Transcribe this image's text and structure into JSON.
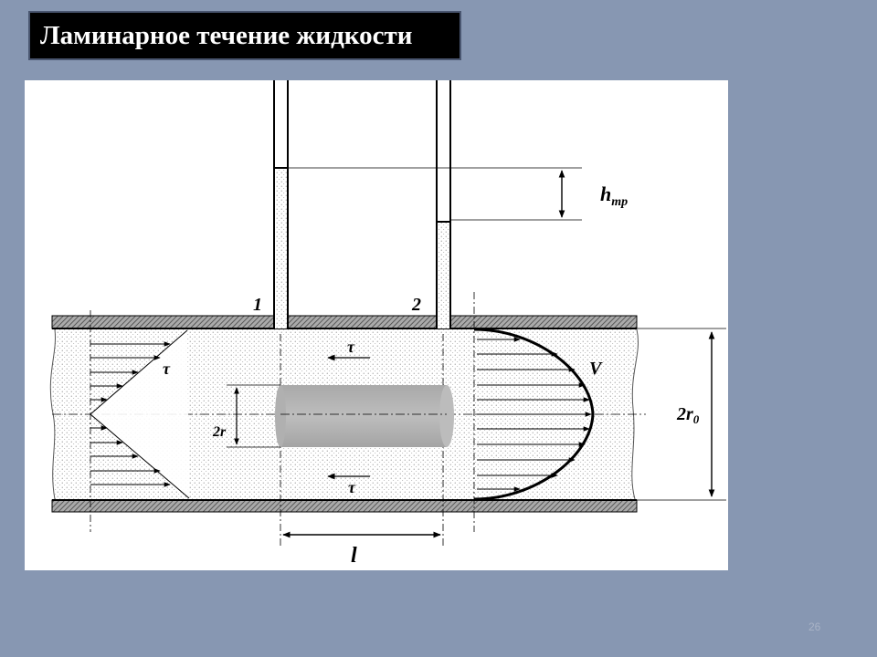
{
  "slide": {
    "title": "Ламинарное течение жидкости",
    "page_number": "26"
  },
  "diagram": {
    "piezometer_1_label": "1",
    "piezometer_2_label": "2",
    "head_loss_label": "h",
    "head_loss_sub": "тр",
    "tau_label": "τ",
    "velocity_label": "V",
    "diameter_label": "2r",
    "diameter_sub": "0",
    "inner_diameter_label": "2r",
    "length_label": "l"
  }
}
